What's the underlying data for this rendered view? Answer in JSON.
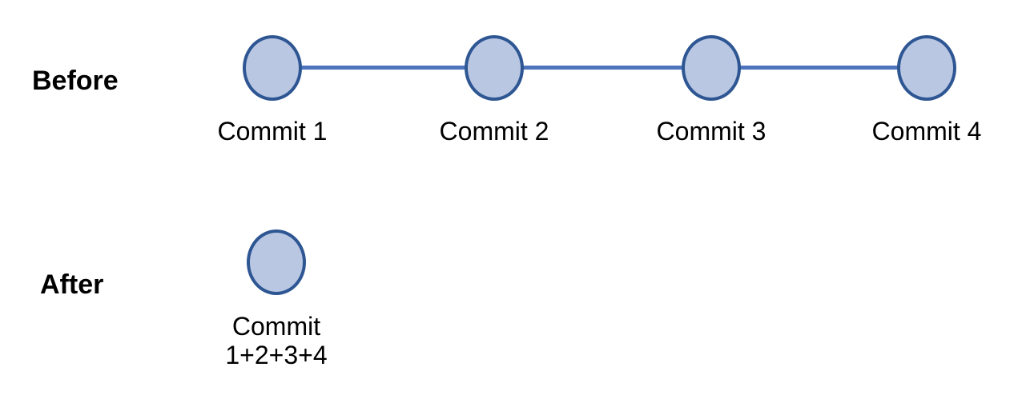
{
  "diagram_title": "commit-squash-before-after",
  "colors": {
    "canvas_bg": "#ffffff",
    "node_fill": "#b9c7e3",
    "node_border": "#2e5693",
    "connector": "#4d74bd",
    "text": "#000000"
  },
  "before": {
    "label": "Before",
    "nodes": [
      {
        "label": "Commit 1"
      },
      {
        "label": "Commit 2"
      },
      {
        "label": "Commit 3"
      },
      {
        "label": "Commit 4"
      }
    ]
  },
  "after": {
    "label": "After",
    "node": {
      "label_line1": "Commit",
      "label_line2": "1+2+3+4"
    }
  }
}
